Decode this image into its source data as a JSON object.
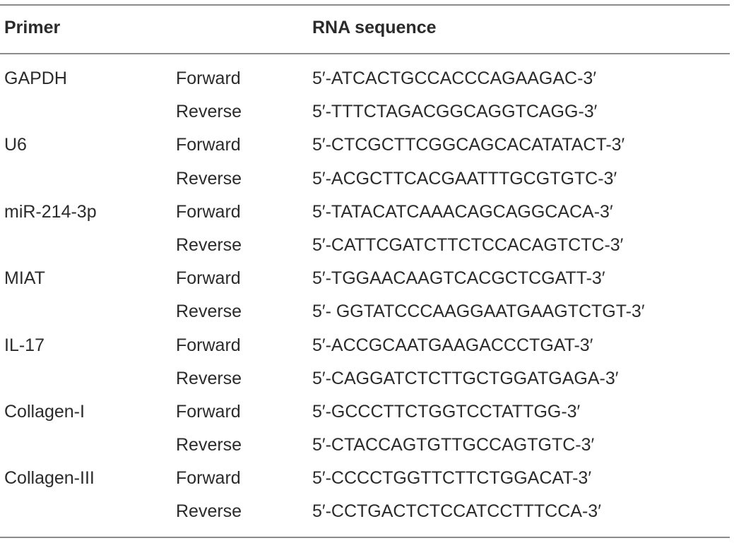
{
  "header": {
    "primer": "Primer",
    "direction": "",
    "sequence": "RNA sequence"
  },
  "rows": [
    {
      "primer": "GAPDH",
      "direction": "Forward",
      "sequence": "5′-ATCACTGCCACCCAGAAGAC-3′"
    },
    {
      "primer": "",
      "direction": "Reverse",
      "sequence": "5′-TTTCTAGACGGCAGGTCAGG-3′"
    },
    {
      "primer": "U6",
      "direction": "Forward",
      "sequence": "5′-CTCGCTTCGGCAGCACATATACT-3′"
    },
    {
      "primer": "",
      "direction": "Reverse",
      "sequence": "5′-ACGCTTCACGAATTTGCGTGTC-3′"
    },
    {
      "primer": "miR-214-3p",
      "direction": "Forward",
      "sequence": "5′-TATACATCAAACAGCAGGCACA-3′"
    },
    {
      "primer": "",
      "direction": "Reverse",
      "sequence": "5′-CATTCGATCTTCTCCACAGTCTC-3′"
    },
    {
      "primer": "MIAT",
      "direction": "Forward",
      "sequence": "5′-TGGAACAAGTCACGCTCGATT-3′"
    },
    {
      "primer": "",
      "direction": "Reverse",
      "sequence": "5′- GGTATCCCAAGGAATGAAGTCTGT-3′"
    },
    {
      "primer": "IL-17",
      "direction": "Forward",
      "sequence": "5′-ACCGCAATGAAGACCCTGAT-3′"
    },
    {
      "primer": "",
      "direction": "Reverse",
      "sequence": "5′-CAGGATCTCTTGCTGGATGAGA-3′"
    },
    {
      "primer": "Collagen-I",
      "direction": "Forward",
      "sequence": "5′-GCCCTTCTGGTCCTATTGG-3′"
    },
    {
      "primer": "",
      "direction": "Reverse",
      "sequence": "5′-CTACCAGTGTTGCCAGTGTC-3′"
    },
    {
      "primer": "Collagen-III",
      "direction": "Forward",
      "sequence": "5′-CCCCTGGTTCTTCTGGACAT-3′"
    },
    {
      "primer": "",
      "direction": "Reverse",
      "sequence": "5′-CCTGACTCTCCATCCTTTCCA-3′"
    }
  ]
}
